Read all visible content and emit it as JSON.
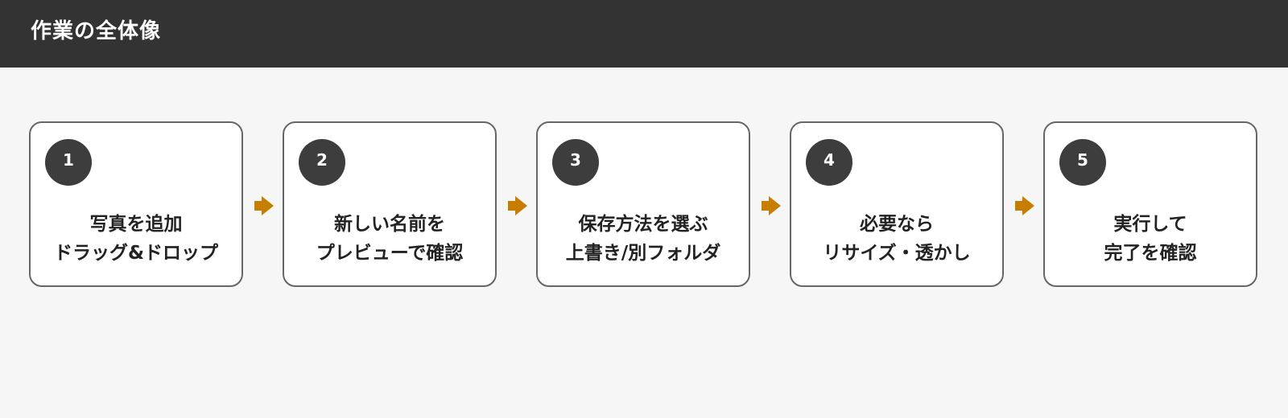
{
  "header": {
    "title": "作業の全体像"
  },
  "colors": {
    "header_bg": "#333333",
    "badge_bg": "#3d3d3d",
    "arrow": "#c77d00",
    "card_border": "#666666"
  },
  "steps": [
    {
      "number": "1",
      "line1": "写真を追加",
      "line2": "ドラッグ&ドロップ"
    },
    {
      "number": "2",
      "line1": "新しい名前を",
      "line2": "プレビューで確認"
    },
    {
      "number": "3",
      "line1": "保存方法を選ぶ",
      "line2": "上書き/別フォルダ"
    },
    {
      "number": "4",
      "line1": "必要なら",
      "line2": "リサイズ・透かし"
    },
    {
      "number": "5",
      "line1": "実行して",
      "line2": "完了を確認"
    }
  ]
}
